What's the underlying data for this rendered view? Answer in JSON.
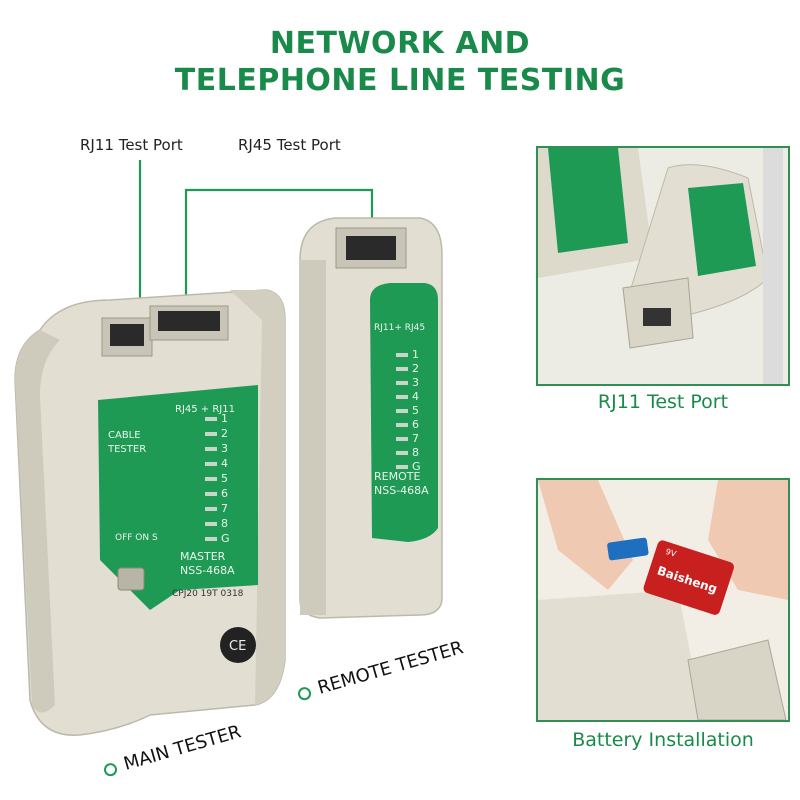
{
  "title": {
    "line1": "NETWORK AND",
    "line2": "TELEPHONE LINE TESTING"
  },
  "callouts": {
    "rj11": "RJ11 Test Port",
    "rj45": "RJ45 Test Port"
  },
  "main_unit": {
    "port_label": "RJ45 + RJ11",
    "cable_tester_1": "CABLE",
    "cable_tester_2": "TESTER",
    "switch_label": "OFF ON S",
    "model_1": "MASTER",
    "model_2": "NSS-468A",
    "serial": "CPJ20 19T 0318",
    "leds": [
      "1",
      "2",
      "3",
      "4",
      "5",
      "6",
      "7",
      "8",
      "G"
    ],
    "mark": "CE"
  },
  "remote_unit": {
    "port_label": "RJ11+ RJ45",
    "leds": [
      "1",
      "2",
      "3",
      "4",
      "5",
      "6",
      "7",
      "8",
      "G"
    ],
    "model_1": "REMOTE",
    "model_2": "NSS-468A"
  },
  "labels": {
    "main_tester": "MAIN TESTER",
    "remote_tester": "REMOTE TESTER"
  },
  "panels": {
    "top_caption": "RJ11 Test Port",
    "bottom_caption": "Battery Installation",
    "battery_brand": "Baisheng",
    "battery_voltage": "9V"
  },
  "colors": {
    "brand_green": "#1a8a4a",
    "device_green": "#1e9a55",
    "device_body": "#e4e1d4"
  }
}
